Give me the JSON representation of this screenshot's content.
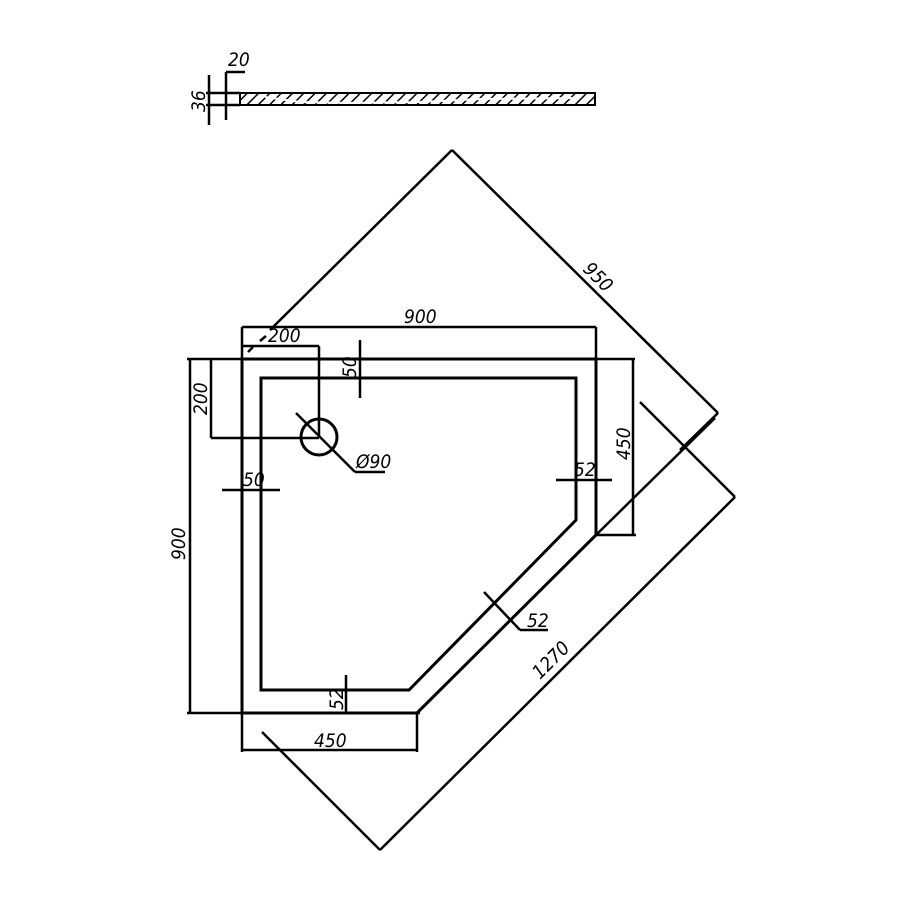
{
  "drawing": {
    "profile": {
      "height_label": "36",
      "rim_label": "20"
    },
    "dimensions": {
      "width_top": "900",
      "height_left": "900",
      "drain_offset_x": "200",
      "drain_offset_y": "200",
      "rim_top": "50",
      "rim_left": "50",
      "rim_right": "52",
      "rim_diagonal": "52",
      "rim_bottom": "52",
      "side_right": "450",
      "side_bottom": "450",
      "drain_diameter": "Ø90",
      "diagonal_depth": "950",
      "diagonal_length": "1270"
    },
    "colors": {
      "line": "#000000",
      "background": "#ffffff",
      "hatch": "#000000"
    }
  }
}
